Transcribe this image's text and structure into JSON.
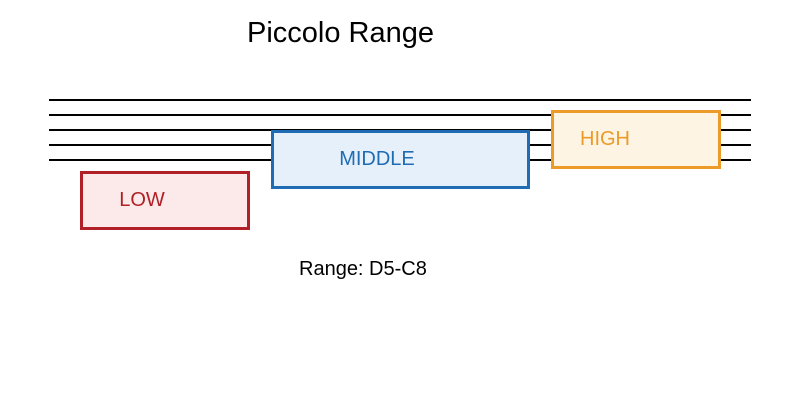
{
  "title": "Piccolo Range",
  "caption": "Range: D5-C8",
  "colors": {
    "background": "#ffffff",
    "staff_line": "#000000",
    "text": "#000000",
    "low": "#b02026",
    "low_fill": "#fce9e9",
    "middle": "#1f6cb5",
    "middle_fill": "#e6f0fb",
    "high": "#ec9a28",
    "high_fill": "#fdf4e3"
  },
  "staff": {
    "line_count": 5
  },
  "segments": [
    {
      "id": "low",
      "label": "LOW"
    },
    {
      "id": "middle",
      "label": "MIDDLE"
    },
    {
      "id": "high",
      "label": "HIGH"
    }
  ]
}
